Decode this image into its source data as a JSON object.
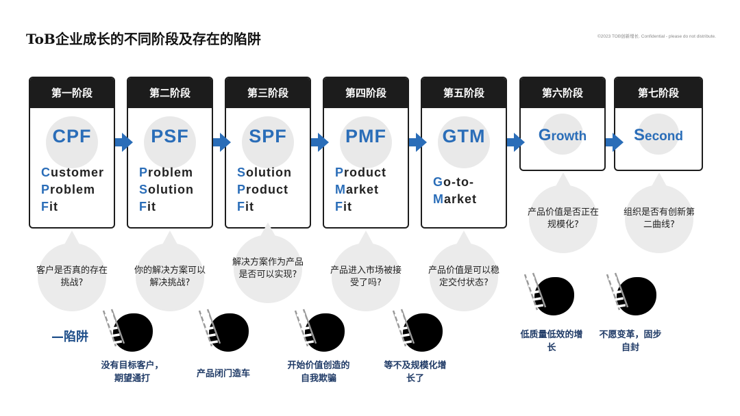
{
  "title": "ToB企业成长的不同阶段及存在的陷阱",
  "copyright": "©2023 TOB创新增长. Confidential - please do not distribute.",
  "colors": {
    "accent": "#2a6db8",
    "dark": "#1c1c1c",
    "trap_text": "#1f3a66"
  },
  "stages": [
    {
      "label": "第一阶段",
      "abbr": "CPF",
      "lines": [
        "C",
        "ustomer",
        "P",
        "roblem",
        "F",
        "it"
      ]
    },
    {
      "label": "第二阶段",
      "abbr": "PSF",
      "lines": [
        "P",
        "roblem",
        "S",
        "olution",
        "F",
        "it"
      ]
    },
    {
      "label": "第三阶段",
      "abbr": "SPF",
      "lines": [
        "S",
        "olution",
        "P",
        "roduct",
        "F",
        "it"
      ]
    },
    {
      "label": "第四阶段",
      "abbr": "PMF",
      "lines": [
        "P",
        "roduct",
        "M",
        "arket",
        "F",
        "it"
      ]
    },
    {
      "label": "第五阶段",
      "abbr": "GTM",
      "lines": [
        "G",
        "o-to-",
        "M",
        "arket"
      ]
    },
    {
      "label": "第六阶段",
      "abbr": "Growth",
      "lines": []
    },
    {
      "label": "第七阶段",
      "abbr": "Second",
      "lines": []
    }
  ],
  "questions": [
    "客户是否真的存在挑战?",
    "你的解决方案可以解决挑战?",
    "解决方案作为产品是否可以实现?",
    "产品进入市场被接受了吗?",
    "产品价值是可以稳定交付状态?",
    "产品价值是否正在规模化?",
    "组织是否有创新第二曲线?"
  ],
  "trap_label": "—陷阱",
  "traps": [
    "没有目标客户，期望通打",
    "产品闭门造车",
    "开始价值创造的自我欺骗",
    "等不及规模化增长了",
    "低质量低效的增长",
    "不愿变革，固步自封"
  ]
}
